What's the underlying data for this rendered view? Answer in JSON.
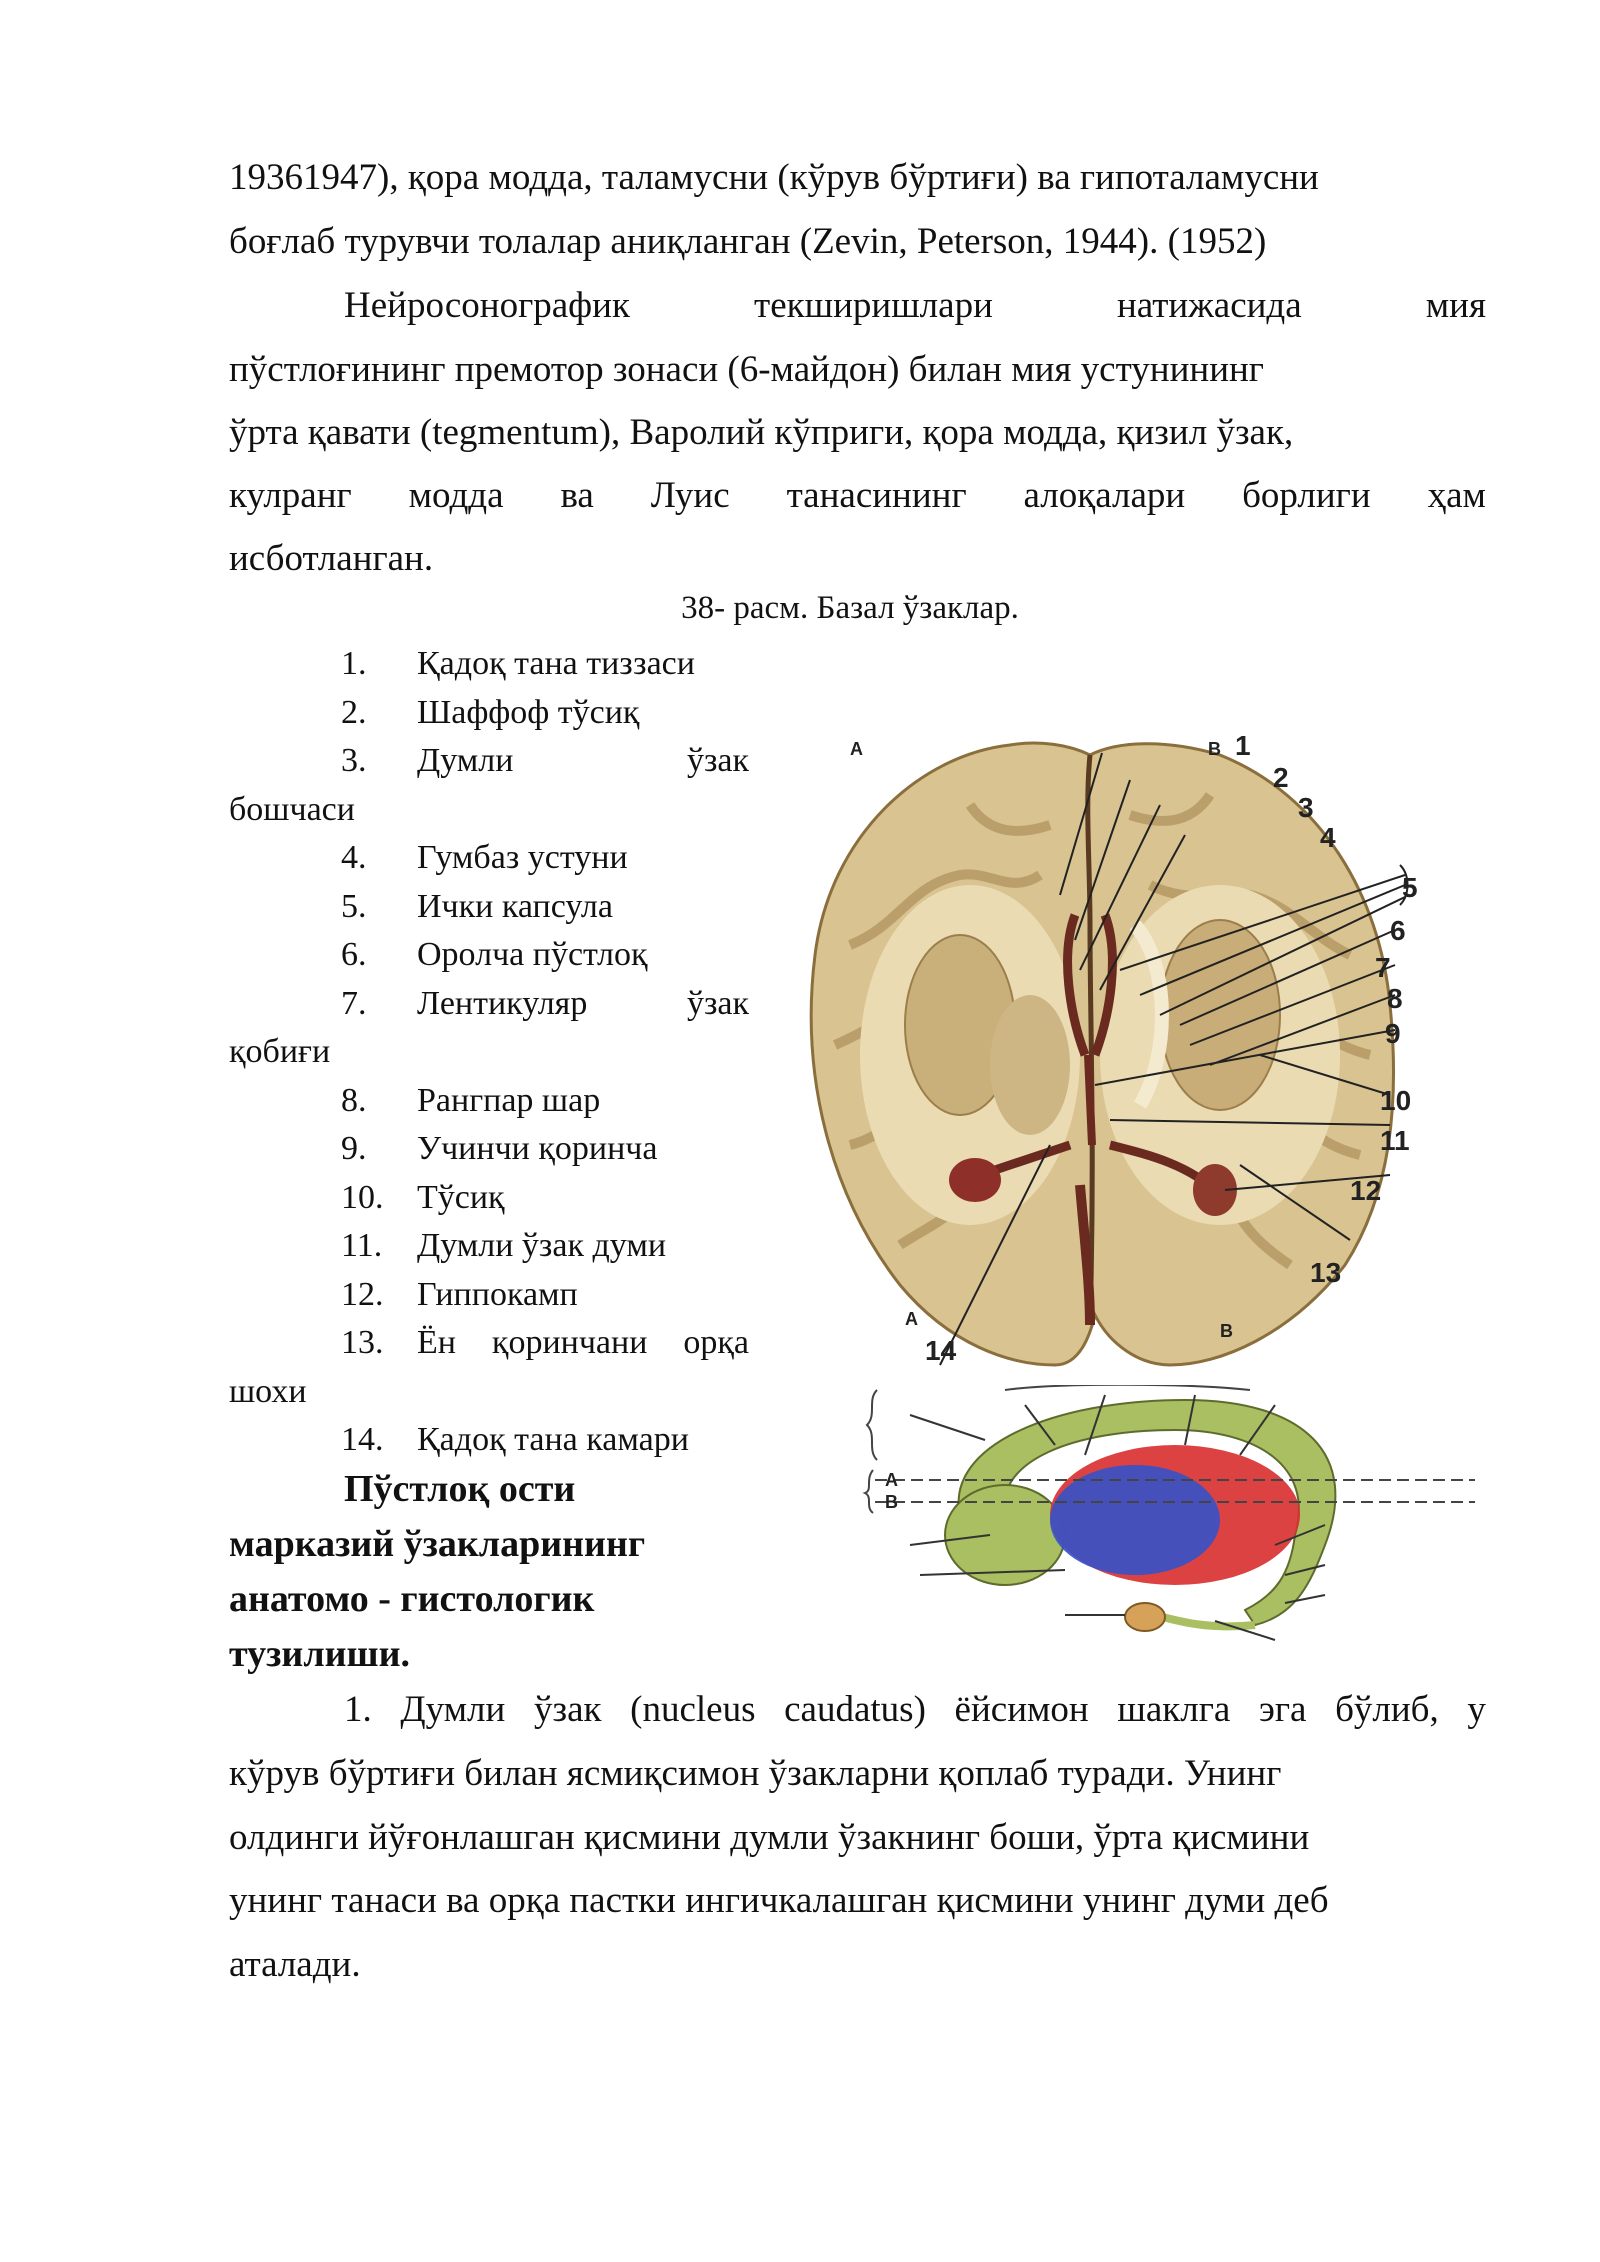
{
  "para1": {
    "line1": "19361947), қора модда, таламусни (кўрув бўртиғи) ва гипоталамусни",
    "line2": "боғлаб турувчи толалар аниқланган (Zevin, Peterson, 1944). (1952)"
  },
  "para2": {
    "line1_words": [
      "Нейросонографик",
      "текширишлари",
      "натижасида",
      "мия"
    ],
    "line2": "пўстлоғининг премотор зонаси (6-майдон) билан мия устунининг",
    "line3": "ўрта қавати (tegmentum), Варолий кўприги, қора модда, қизил ўзак,",
    "line4_words": [
      "кулранг",
      "модда",
      "ва",
      "Луис",
      "танасининг",
      "алоқалари",
      "борлиги",
      "ҳам"
    ],
    "line5": "исботланган."
  },
  "figure_caption": "38- расм. Базал ўзаклар.",
  "legend": [
    {
      "num": "1.",
      "text": "Қадоқ тана тиззаси"
    },
    {
      "num": "2.",
      "text": "Шаффоф тўсиқ"
    },
    {
      "num": "3.",
      "text_a": "Думли",
      "text_b": "ўзак",
      "cont": "бошчаси"
    },
    {
      "num": "4.",
      "text": "Гумбаз устуни"
    },
    {
      "num": "5.",
      "text": "Ички капсула"
    },
    {
      "num": "6.",
      "text": "Оролча пўстлоқ"
    },
    {
      "num": "7.",
      "text_a": "Лентикуляр",
      "text_b": "ўзак",
      "cont": "қобиғи"
    },
    {
      "num": "8.",
      "text": "Рангпар шар"
    },
    {
      "num": "9.",
      "text": "Учинчи қоринча"
    },
    {
      "num": "10.",
      "text": "Тўсиқ"
    },
    {
      "num": "11.",
      "text": "Думли ўзак думи"
    },
    {
      "num": "12.",
      "text": "Гиппокамп"
    },
    {
      "num": "13.",
      "text_a": "Ён",
      "text_b": "қоринчани",
      "text_c": "орқа",
      "cont": "шохи"
    },
    {
      "num": "14.",
      "text": "Қадоқ тана камари"
    }
  ],
  "heading": {
    "line1": "Пўстлоқ ости",
    "line2": "марказий ўзакларининг",
    "line3": "анатомо - гистологик",
    "line4": "тузилиши."
  },
  "para3": {
    "line1_words": [
      "1.",
      "Думли",
      "ўзак",
      "(nucleus",
      "caudatus)",
      "ёйсимон",
      "шаклга",
      "эга",
      "бўлиб,",
      "у"
    ],
    "line2": "кўрув бўртиғи билан ясмиқсимон ўзакларни қоплаб туради. Унинг",
    "line3": "олдинги йўғонлашган қисмини думли ўзакнинг боши, ўрта қисмини",
    "line4": "унинг танаси ва орқа пастки ингичкалашган қисмини унинг думи деб",
    "line5": "аталади."
  },
  "brain_figure": {
    "corner_labels": {
      "top_left": "A",
      "top_right": "B",
      "bottom_left": "A",
      "bottom_right": "B"
    },
    "numbers": [
      "1",
      "2",
      "3",
      "4",
      "5",
      "6",
      "7",
      "8",
      "9",
      "10",
      "11",
      "12",
      "13",
      "14"
    ]
  },
  "schema_figure": {
    "section_labels": [
      "A",
      "B"
    ],
    "colors": {
      "caudate": "#a9bf62",
      "putamen": "#d93232",
      "globus": "#3552c9"
    }
  }
}
